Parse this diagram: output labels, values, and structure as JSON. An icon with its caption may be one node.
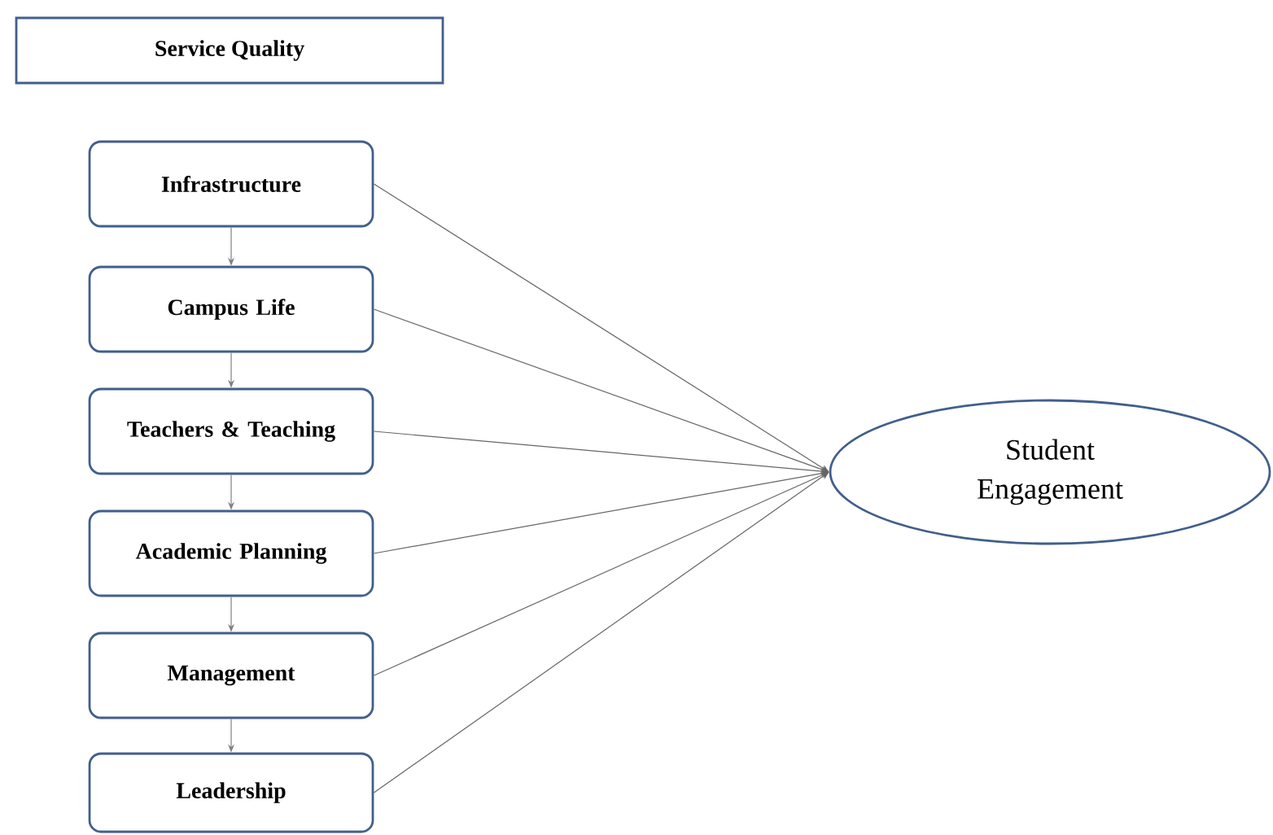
{
  "diagram": {
    "nodes": [
      {
        "text": [
          "Service Quality"
        ]
      },
      {
        "text": [
          "Infrastructure"
        ]
      },
      {
        "text": [
          "Campus Life"
        ]
      },
      {
        "text": [
          "Teachers & Teaching"
        ]
      },
      {
        "text": [
          "Academic Planning"
        ]
      },
      {
        "text": [
          "Management"
        ]
      },
      {
        "text": [
          "Leadership"
        ]
      },
      {
        "text": [
          "Student Engagement"
        ]
      }
    ],
    "edges": [
      {
        "from": 1,
        "to": 2,
        "arrow": "to"
      },
      {
        "from": 2,
        "to": 3,
        "arrow": "to"
      },
      {
        "from": 3,
        "to": 4,
        "arrow": "to"
      },
      {
        "from": 4,
        "to": 5,
        "arrow": "to"
      },
      {
        "from": 5,
        "to": 6,
        "arrow": "to"
      },
      {
        "from": 1,
        "to": 7,
        "arrow": "to"
      },
      {
        "from": 2,
        "to": 7,
        "arrow": "to"
      },
      {
        "from": 3,
        "to": 7,
        "arrow": "to"
      },
      {
        "from": 4,
        "to": 7,
        "arrow": "to"
      },
      {
        "from": 5,
        "to": 7,
        "arrow": "to"
      },
      {
        "from": 6,
        "to": 7,
        "arrow": "to"
      }
    ]
  }
}
